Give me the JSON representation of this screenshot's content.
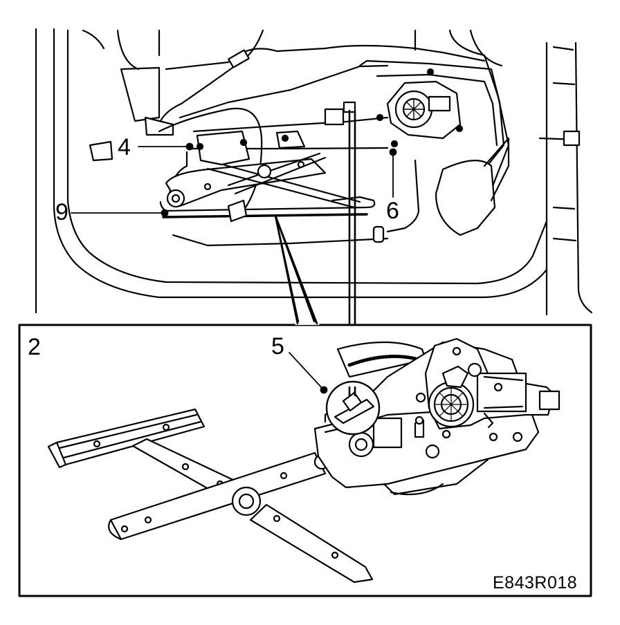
{
  "callouts": {
    "c4": "4",
    "c9": "9",
    "c6": "6",
    "c2": "2",
    "c5": "5"
  },
  "figure_code": "E843R018",
  "colors": {
    "line": "#000000",
    "paper": "#ffffff",
    "shade": "#d9d9d9"
  }
}
